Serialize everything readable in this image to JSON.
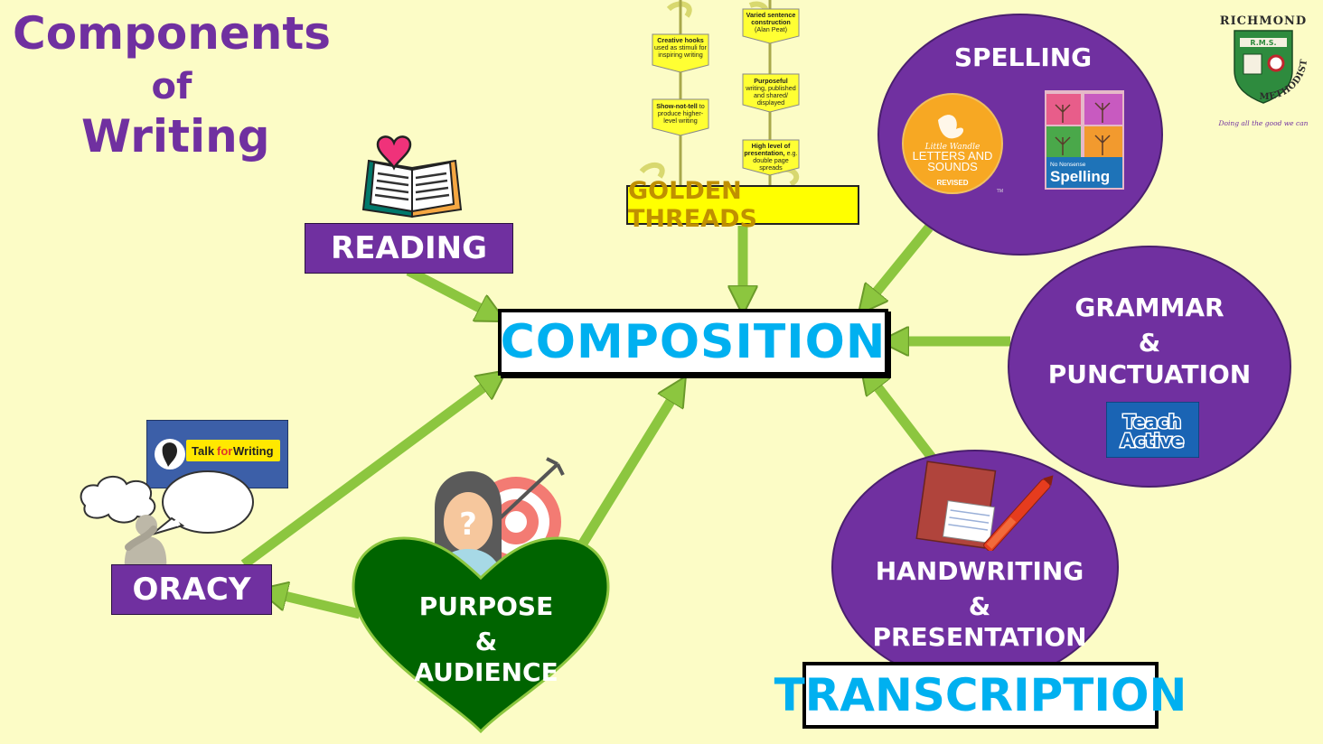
{
  "title": {
    "line1": "Components",
    "line2": "of",
    "line3": "Writing"
  },
  "nodes": {
    "reading": "READING",
    "oracy": "ORACY",
    "golden_threads": "GOLDEN THREADS",
    "composition": "COMPOSITION",
    "transcription": "TRANSCRIPTION",
    "spelling": "SPELLING",
    "grammar": {
      "line1": "GRAMMAR",
      "line2": "&",
      "line3": "PUNCTUATION"
    },
    "handwriting": {
      "line1": "HANDWRITING",
      "line2": "&",
      "line3": "PRESENTATION"
    },
    "purpose": {
      "line1": "PURPOSE",
      "line2": "&",
      "line3": "AUDIENCE"
    }
  },
  "golden_tags": [
    {
      "bold": "Creative hooks",
      "text": "used as stimuli for inspiring writing"
    },
    {
      "bold": "Show-not-tell",
      "text": "to produce higher-level writing"
    },
    {
      "bold": "Varied sentence construction",
      "text": "(Alan Peat)"
    },
    {
      "bold": "Purposeful",
      "text": "writing, published and shared/ displayed"
    },
    {
      "bold": "High level of presentation,",
      "text": "e.g. double page spreads"
    }
  ],
  "logos": {
    "letters_sounds": {
      "brand": "Little Wandle",
      "line1": "LETTERS AND",
      "line2": "SOUNDS",
      "line3": "REVISED",
      "tm": "TM"
    },
    "no_nonsense": {
      "small": "No Nonsense",
      "big": "Spelling"
    },
    "teach_active": {
      "line1": "Teach",
      "line2": "Active"
    },
    "talk_for_writing": {
      "part1": "Talk",
      "part2": "for",
      "part3": "Writing"
    },
    "school": {
      "name_top": "RICHMOND",
      "name_arc": "METHODIST SCHOOL",
      "initials": "R.M.S.",
      "motto": "Doing all the good we can"
    }
  },
  "colors": {
    "background": "#fcfcc6",
    "purple": "#7030a0",
    "cyan": "#00b0f0",
    "arrow_green": "#8cc63f",
    "heart_green": "#006400",
    "golden_yellow": "#ffff00"
  }
}
